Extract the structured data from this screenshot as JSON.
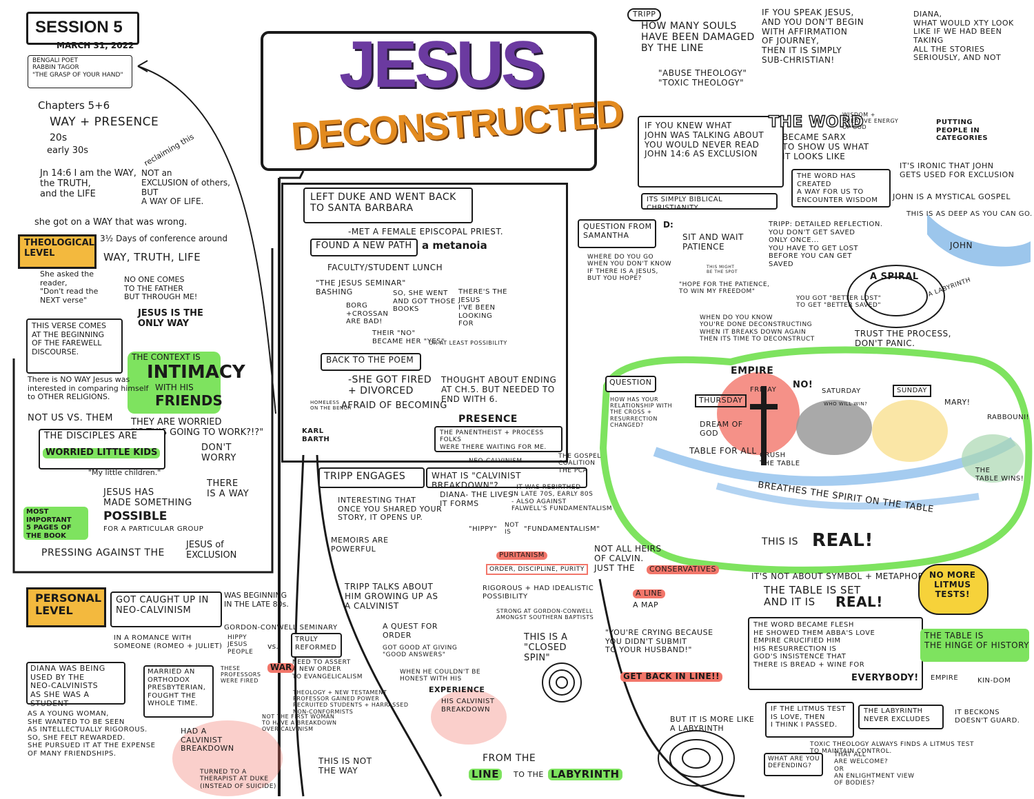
{
  "title": {
    "line1": "JESUS",
    "line2": "DECONSTRUCTED"
  },
  "session": {
    "title": "SESSION 5",
    "date": "MARCH 31, 2022",
    "poet": "BENGALI POET\nRABBIN TAGOR\n\"THE GRASP OF YOUR HAND\""
  },
  "left_top": {
    "chapters": "Chapters 5+6",
    "way": "WAY + PRESENCE",
    "age1": "20s",
    "age2": "early 30s",
    "reclaiming": "reclaiming this",
    "jn": "Jn 14:6  I am the WAY,\n      the TRUTH,\n      and the LIFE",
    "not_exclusion": "NOT an\nEXCLUSION of others,\nBUT\nA WAY OF LIFE.",
    "wrong": "she got on a WAY that was wrong."
  },
  "theological": {
    "label": "THEOLOGICAL\nLEVEL",
    "days": "3½ Days of conference around",
    "wtl": "WAY, TRUTH, LIFE",
    "asked": "She asked the\nreader,\n\"Don't read the\nNEXT verse\"",
    "noone": "NO ONE COMES\nTO THE FATHER\nBUT THROUGH ME!",
    "only": "JESUS IS THE\nONLY WAY",
    "verse": "THIS VERSE COMES\nAT THE BEGINNING\nOF THE FAREWELL\nDISCOURSE.",
    "context": "THE CONTEXT IS",
    "intimacy": "INTIMACY",
    "with_his": "WITH HIS",
    "friends": "FRIENDS",
    "noway": "There is NO WAY Jesus was\ninterested in comparing himself\nto OTHER RELIGIONS.",
    "notus": "NOT US VS. THEM",
    "worried": "THEY ARE WORRIED\n\"IS THIS GOING TO WORK?!?\"",
    "disciples": "THE DISCIPLES ARE",
    "kids": "WORRIED LITTLE KIDS",
    "dont": "DON'T\nWORRY",
    "little": "\"My little children.\"",
    "there": "THERE\nIS A WAY",
    "important": "MOST IMPORTANT\n5 PAGES OF\nTHE BOOK",
    "possible": "JESUS HAS\nMADE SOMETHING",
    "possible2": "POSSIBLE",
    "group": "FOR A PARTICULAR GROUP",
    "pressing": "PRESSING AGAINST THE",
    "jesusof": "JESUS of\nEXCLUSION"
  },
  "personal": {
    "label": "PERSONAL\nLEVEL",
    "caught": "Got CAUGHT UP IN\nNEO-CALVINISM",
    "beginning": "WAS BEGINNING\nIN THE LATE 80s.",
    "romance": "IN A ROMANCE WITH\nSOMEONE (ROMEO + JULIET)",
    "gordon": "GORDON-CONWELL SEMINARY",
    "hippy": "HIPPY\nJESUS\nPEOPLE",
    "vs": "vs.",
    "reformed": "TRULY\nREFORMED",
    "war": "WAR",
    "assert": "NEED TO ASSERT\nA NEW ORDER\nTO EVANGELICALISM",
    "fired": "THESE\nPROFESSORS\nWERE FIRED",
    "theology": "THEOLOGY + NEW TESTAMENT\nPROFESSOR GAINED POWER\nRECRUITED STUDENTS + HARRASSED\nNON-CONFORMISTS",
    "used": "DIANA WAS BEING\nUSED BY THE\nNEO-CALVINISTS\nAS SHE WAS A STUDENT",
    "married": "MARRIED AN\nORTHODOX\nPRESBYTERIAN,\nFOUGHT THE\nWHOLE TIME.",
    "young": "AS A YOUNG WOMAN,\nSHE WANTED TO BE SEEN\nAS INTELLECTUALLY RIGOROUS.\nSO, SHE FELT REWARDED.\nSHE PURSUED IT AT THE EXPENSE\nOF MANY FRIENDSHIPS.",
    "breakdown": "HAD A\nCALVINIST\nBREAKDOWN",
    "notfirst": "NOT THE FIRST WOMAN\nTO HAVE A BREAKDOWN\nOVER CALVINISM",
    "therapist": "TURNED TO A\nTHERAPIST AT DUKE\n(INSTEAD OF SUICIDE)",
    "notway": "THIS IS NOT\nTHE WAY"
  },
  "center": {
    "left_duke": "LEFT DUKE AND WENT BACK\nTO SANTA BARBARA",
    "met": "-MET A FEMALE EPISCOPAL PRIEST.",
    "path": "FOUND A NEW PATH",
    "metanoia": "a metanoia",
    "faculty": "FACULTY/STUDENT LUNCH",
    "seminar": "\"THE JESUS SEMINAR\"\nBASHING",
    "borg": "BORG\n+CROSSAN\nARE BAD!",
    "books": "SO, SHE WENT\nAND GOT THOSE\nBOOKS",
    "looking": "THERE'S THE\nJESUS\nI'VE BEEN\nLOOKING\nFOR",
    "their": "THEIR \"NO\"\nBECAME HER \"YES\"",
    "least": "OR AT LEAST POSSIBILITY",
    "poem": "BACK TO THE POEM",
    "fired": "-SHE GOT FIRED\n+ DIVORCED",
    "afraid": "AFRAID OF BECOMING",
    "homeless": "HOMELESS\nON THE BENCH",
    "karl": "KARL\nBARTH",
    "ending": "THOUGHT ABOUT ENDING\nAT CH.5. BUT NEEDED TO\nEND WITH 6.",
    "presence": "PRESENCE",
    "panentheist": "THE PANENTHEIST + PROCESS FOLKS\nWERE THERE WAITING FOR ME."
  },
  "tripp_engages": {
    "label": "TRIPP ENGAGES",
    "what": "WHAT IS \"CALVINIST BREAKDOWN\"?",
    "neo": "NEO-CALVINISM",
    "coalition": "THE GOSPEL\nCOALITION\nTHE PCA",
    "diana": "DIANA- THE LIVES\nIT FORMS",
    "reborn": "- IT WAS REBIRTHED\nIN LATE 70s, EARLY 80s\n- ALSO AGAINST\nFALWELL'S FUNDAMENTALISM",
    "hippy": "\"HIPPY\"",
    "notis": "NOT\nIS",
    "fund": "\"FUNDAMENTALISM\"",
    "interesting": "INTERESTING THAT\nONCE YOU SHARED YOUR\nSTORY, IT OPENS UP.",
    "memoirs": "MEMOIRS ARE\nPOWERFUL",
    "puritanism": "PURITANISM",
    "order": "ORDER, DISCIPLINE, PURITY",
    "rigorous": "RIGOROUS + HAD IDEALISTIC\nPOSSIBILITY",
    "strong": "STRONG AT GORDON-CONWELL\nAMONGST SOUTHERN BAPTISTS",
    "heirs": "NOT ALL HEIRS\nOF CALVIN.\nJUST THE",
    "conservatives": "CONSERVATIVES",
    "aline": "A LINE",
    "amap": "A MAP",
    "tripp_talks": "TRIPP TALKS ABOUT\nHIM GROWING UP AS\nA CALVINIST",
    "quest": "A QUEST FOR\nORDER",
    "good": "GOT GOOD AT GIVING\n\"GOOD ANSWERS\"",
    "couldnt": "WHEN HE COULDN'T BE\nHONEST WITH HIS",
    "experience": "EXPERIENCE",
    "his_cb": "HIS CALVINIST\nBREAKDOWN",
    "closed": "THIS IS A\n\"CLOSED\nSPIN\"",
    "crying": "\"YOU'RE CRYING BECAUSE\nYOU DIDN'T SUBMIT\nTO YOUR HUSBAND!\"",
    "getback": "GET BACK IN LINE!!",
    "more": "BUT IT IS MORE LIKE\nA LABYRINTH",
    "from": "FROM THE",
    "line": "LINE",
    "tothe": "TO THE",
    "labyrinth": "LABYRINTH"
  },
  "right_top": {
    "tripp": "TRIPP",
    "souls": "HOW MANY SOULS\nHAVE BEEN DAMAGED\nBY THE LINE",
    "abuse": "\"ABUSE THEOLOGY\"\n\"TOXIC THEOLOGY\"",
    "speak": "IF YOU SPEAK JESUS,\nAND YOU DON'T BEGIN\nWITH AFFIRMATION\nOF JOURNEY,\nTHEN IT IS SIMPLY\nSUB-CHRISTIAN!",
    "diana": "DIANA,\nWHAT WOULD XTY LOOK\nLIKE IF WE HAD BEEN TAKING\nALL THE STORIES\nSERIOUSLY, AND NOT",
    "putting": "PUTTING\nPEOPLE IN\nCATEGORIES",
    "knew": "IF YOU KNEW WHAT\nJOHN WAS TALKING ABOUT\nYOU WOULD NEVER READ\nJOHN 14:6 AS EXCLUSION",
    "simply": "ITS SIMPLY BIBLICAL CHRISTIANITY",
    "word": "THE WORD",
    "wisdom": "WISDOM +\nCREATIVE ENERGY\nOF GOD",
    "sarx": "BECAME SARX\nTO SHOW US WHAT\nIT LOOKS LIKE",
    "created": "THE WORD HAS CREATED\nA WAY FOR US TO\nENCOUNTER WISDOM",
    "ironic": "IT'S IRONIC THAT JOHN\nGETS USED FOR EXCLUSION",
    "mystical": "JOHN IS A MYSTICAL GOSPEL",
    "deep": "THIS IS AS DEEP AS YOU CAN GO.",
    "john": "JOHN"
  },
  "question1": {
    "label": "QUESTION FROM\nSAMANTHA",
    "where": "WHERE DO YOU GO\nWHEN YOU DON'T KNOW\nIF THERE IS A JESUS,\nBUT YOU HOPE?",
    "d": "D:",
    "sit": "SIT AND WAIT\nPATIENCE",
    "might": "THIS MIGHT\nBE THE SPOT",
    "hope": "\"HOPE FOR THE PATIENCE,\nTO WIN MY FREEDOM\"",
    "tripp": "TRIPP: DETAILED REFLECTION.\nYOU DON'T GET SAVED\nONLY ONCE...\nYOU HAVE TO GET LOST\nBEFORE YOU CAN GET\nSAVED",
    "spiral": "A SPIRAL",
    "labyrinth": "A LABYRINTH",
    "better": "YOU GOT \"BETTER LOST\"\nTO GET \"BETTER SAVED\"",
    "when": "WHEN DO YOU KNOW\nYOU'RE DONE DECONSTRUCTING\nWHEN IT BREAKS DOWN AGAIN\nTHEN ITS TIME TO DECONSTRUCT",
    "trust": "TRUST THE PROCESS,\nDON'T PANIC."
  },
  "question2": {
    "label": "QUESTION",
    "how": "HOW HAS YOUR\nRELATIONSHIP WITH\nTHE CROSS +\nRESURRECTION\nCHANGED?",
    "empire": "EMPIRE",
    "thursday": "THURSDAY",
    "friday": "FRIDAY",
    "no": "NO!",
    "saturday": "SATURDAY",
    "who": "WHO WILL WIN?",
    "sunday": "SUNDAY",
    "mary": "MARY!",
    "rabbouni": "RABBOUNI!",
    "dream": "DREAM of\nGOD",
    "table_all": "TABLE FOR ALL",
    "crush": "CRUSH\nTHE TABLE",
    "wins": "THE\nTABLE WINS!",
    "breathes": "BREATHES THE SPIRIT ON THE TABLE",
    "real": "THIS IS",
    "real2": "REAL!"
  },
  "right_bottom": {
    "symbol": "IT'S NOT ABOUT SYMBOL + METAPHOR",
    "set": "THE TABLE IS SET\nAND IT IS",
    "real": "REAL!",
    "litmus": "NO MORE\nLITMUS\nTESTS!",
    "flesh": "THE WORD BECAME FLESH\nHE SHOWED THEM ABBA'S LOVE\nEMPIRE CRUCIFIED HIM\nHIS RESURRECTION IS\nGOD'S INSISTENCE THAT\nTHERE IS BREAD + WINE FOR",
    "everybody": "EVERYBODY!",
    "hinge": "THE TABLE IS\nTHE HINGE of HISTORY",
    "empire": "EMPIRE",
    "kindom": "KIN-DOM",
    "love": "IF THE LITMUS TEST\nIS LOVE, THEN\nI THINK I PASSED.",
    "never": "THE LABYRINTH\nNEVER EXCLUDES",
    "beckons": "IT BECKONS\nDOESN'T GUARD.",
    "toxic": "TOXIC THEOLOGY ALWAYS FINDS A LITMUS TEST\nTO MAINTAIN CONTROL.",
    "defending": "WHAT ARE YOU\nDEFENDING?",
    "welcome": "THAT ALL\nARE WELCOME?\nOR\nAN ENLIGHTMENT VIEW\nOF BODIES?"
  },
  "colors": {
    "purple": "#6b3aa0",
    "orange": "#e28a1f",
    "green": "#7ee35f",
    "red": "#f2766a",
    "label_orange": "#f3b93e"
  }
}
